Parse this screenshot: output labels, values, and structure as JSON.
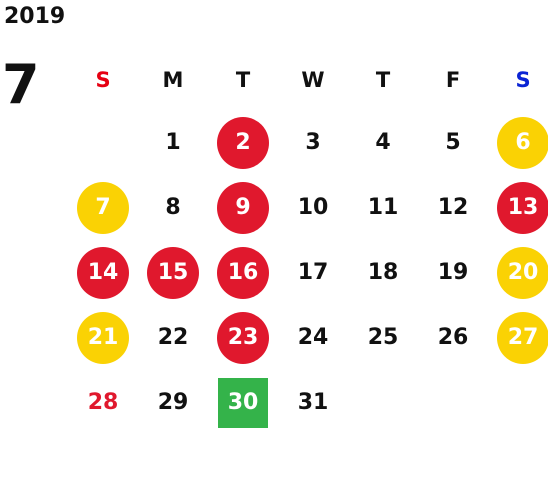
{
  "year": "2019",
  "month": "7",
  "weekdays": [
    "S",
    "M",
    "T",
    "W",
    "T",
    "F",
    "S"
  ],
  "colors": {
    "red": "#e0182d",
    "yellow": "#fad204",
    "green": "#34b34a",
    "sunday": "#e60012",
    "saturday": "#0b24d4"
  },
  "weeks": [
    [
      {
        "day": "",
        "style": "empty"
      },
      {
        "day": "1",
        "style": "plain"
      },
      {
        "day": "2",
        "style": "red"
      },
      {
        "day": "3",
        "style": "plain"
      },
      {
        "day": "4",
        "style": "plain"
      },
      {
        "day": "5",
        "style": "plain"
      },
      {
        "day": "6",
        "style": "yellow"
      }
    ],
    [
      {
        "day": "7",
        "style": "yellow"
      },
      {
        "day": "8",
        "style": "plain"
      },
      {
        "day": "9",
        "style": "red"
      },
      {
        "day": "10",
        "style": "plain"
      },
      {
        "day": "11",
        "style": "plain"
      },
      {
        "day": "12",
        "style": "plain"
      },
      {
        "day": "13",
        "style": "red"
      }
    ],
    [
      {
        "day": "14",
        "style": "red"
      },
      {
        "day": "15",
        "style": "red"
      },
      {
        "day": "16",
        "style": "red"
      },
      {
        "day": "17",
        "style": "plain"
      },
      {
        "day": "18",
        "style": "plain"
      },
      {
        "day": "19",
        "style": "plain"
      },
      {
        "day": "20",
        "style": "yellow"
      }
    ],
    [
      {
        "day": "21",
        "style": "yellow"
      },
      {
        "day": "22",
        "style": "plain"
      },
      {
        "day": "23",
        "style": "red"
      },
      {
        "day": "24",
        "style": "plain"
      },
      {
        "day": "25",
        "style": "plain"
      },
      {
        "day": "26",
        "style": "plain"
      },
      {
        "day": "27",
        "style": "yellow"
      }
    ],
    [
      {
        "day": "28",
        "style": "red-text"
      },
      {
        "day": "29",
        "style": "plain"
      },
      {
        "day": "30",
        "style": "green"
      },
      {
        "day": "31",
        "style": "plain"
      },
      {
        "day": "",
        "style": "empty"
      },
      {
        "day": "",
        "style": "empty"
      },
      {
        "day": "",
        "style": "empty"
      }
    ]
  ]
}
